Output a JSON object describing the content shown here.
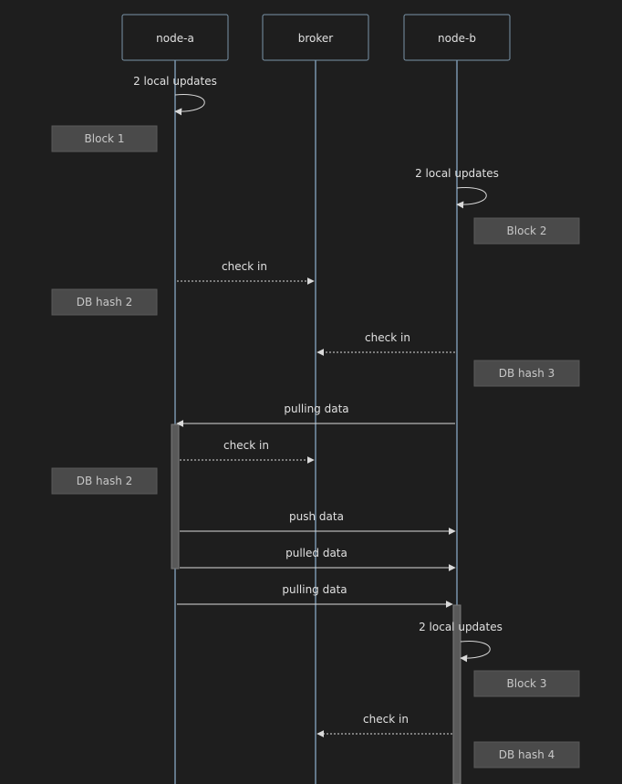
{
  "participants": [
    {
      "id": "a",
      "label": "node-a"
    },
    {
      "id": "br",
      "label": "broker"
    },
    {
      "id": "b",
      "label": "node-b"
    }
  ],
  "messages": [
    {
      "from": "a",
      "to": "a",
      "label": "2 local updates",
      "style": "solid"
    },
    {
      "from": "b",
      "to": "b",
      "label": "2 local updates",
      "style": "solid"
    },
    {
      "from": "a",
      "to": "br",
      "label": "check in",
      "style": "dotted"
    },
    {
      "from": "b",
      "to": "br",
      "label": "check in",
      "style": "dotted"
    },
    {
      "from": "b",
      "to": "a",
      "label": "pulling data",
      "style": "solid"
    },
    {
      "from": "a",
      "to": "br",
      "label": "check in",
      "style": "dotted"
    },
    {
      "from": "a",
      "to": "b",
      "label": "push data",
      "style": "solid"
    },
    {
      "from": "a",
      "to": "b",
      "label": "pulled data",
      "style": "solid"
    },
    {
      "from": "a",
      "to": "b",
      "label": "pulling data",
      "style": "solid"
    },
    {
      "from": "b",
      "to": "b",
      "label": "2 local updates",
      "style": "solid"
    },
    {
      "from": "b",
      "to": "br",
      "label": "check in",
      "style": "dotted"
    }
  ],
  "notes": [
    {
      "side": "left-of-a",
      "text": "Block 1"
    },
    {
      "side": "right-of-b",
      "text": "Block 2"
    },
    {
      "side": "left-of-a",
      "text": "DB hash 2"
    },
    {
      "side": "right-of-b",
      "text": "DB hash 3"
    },
    {
      "side": "left-of-a",
      "text": "DB hash 2"
    },
    {
      "side": "right-of-b",
      "text": "Block 3"
    },
    {
      "side": "right-of-b",
      "text": "DB hash 4"
    }
  ]
}
